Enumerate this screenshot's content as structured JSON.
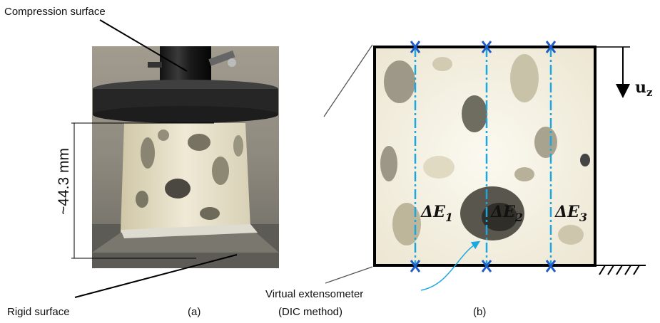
{
  "labels": {
    "compression_surface": "Compression surface",
    "rigid_surface": "Rigid surface",
    "panel_a": "(a)",
    "panel_b": "(b)",
    "height_measure": "~44.3 mm",
    "extensometer_line1": "Virtual extensometer",
    "extensometer_line2": "(DIC method)",
    "displacement_base": "u",
    "displacement_sub": "z",
    "delta": "Δ",
    "e_letter": "E",
    "e1_sub": "1",
    "e2_sub": "2",
    "e3_sub": "3"
  },
  "colors": {
    "extensometer": "#1ba8e0",
    "marker": "#1e5cc8",
    "frame": "#000000",
    "foam": "#f3efe2",
    "pore": "#7d7a6e",
    "platen": "#2c2c2c"
  },
  "icons": [
    "x-marker-icon",
    "fixed-support-hatch-icon",
    "displacement-arrow-icon"
  ]
}
